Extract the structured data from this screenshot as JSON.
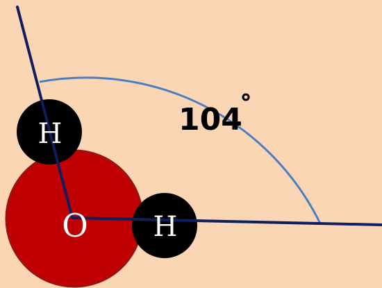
{
  "angle": {
    "value_label": "104",
    "unit_symbol": "˚"
  },
  "atoms": {
    "oxygen": {
      "symbol": "O"
    },
    "hydrogen_top": {
      "symbol": "H"
    },
    "hydrogen_right": {
      "symbol": "H"
    }
  },
  "colors": {
    "background": "#FAD6B4",
    "oxygen_fill": "#C00000",
    "oxygen_stroke": "#9E1010",
    "hydrogen_fill": "#000000",
    "bond_line": "#0F1F5C",
    "angle_arc": "#4A7EC0"
  }
}
